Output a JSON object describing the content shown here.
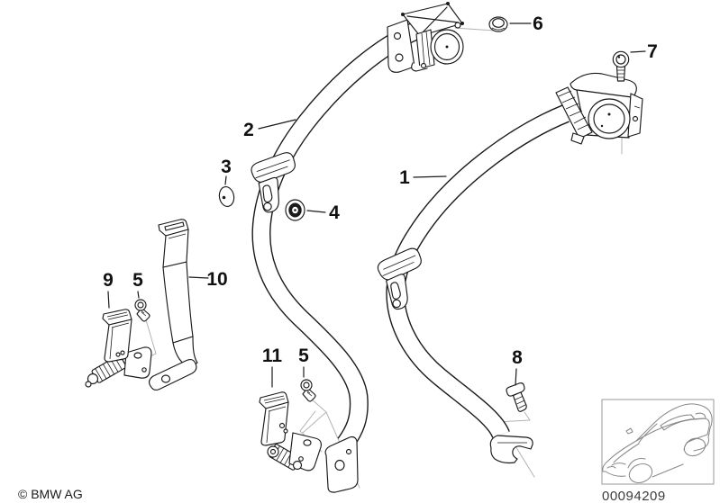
{
  "diagram": {
    "callouts": [
      {
        "label": "1"
      },
      {
        "label": "2"
      },
      {
        "label": "3"
      },
      {
        "label": "4"
      },
      {
        "label": "5"
      },
      {
        "label": "6"
      },
      {
        "label": "7"
      },
      {
        "label": "8"
      },
      {
        "label": "9"
      },
      {
        "label": "10"
      },
      {
        "label": "11"
      },
      {
        "label": "5"
      }
    ]
  },
  "thumbnail": {
    "part_number": "00094209",
    "icon": "car-outline-icon"
  },
  "footer": {
    "copyright": "© BMW AG"
  },
  "colors": {
    "ink": "#1a1a1a",
    "background": "#ffffff",
    "construction_line": "#b3b3b3"
  }
}
